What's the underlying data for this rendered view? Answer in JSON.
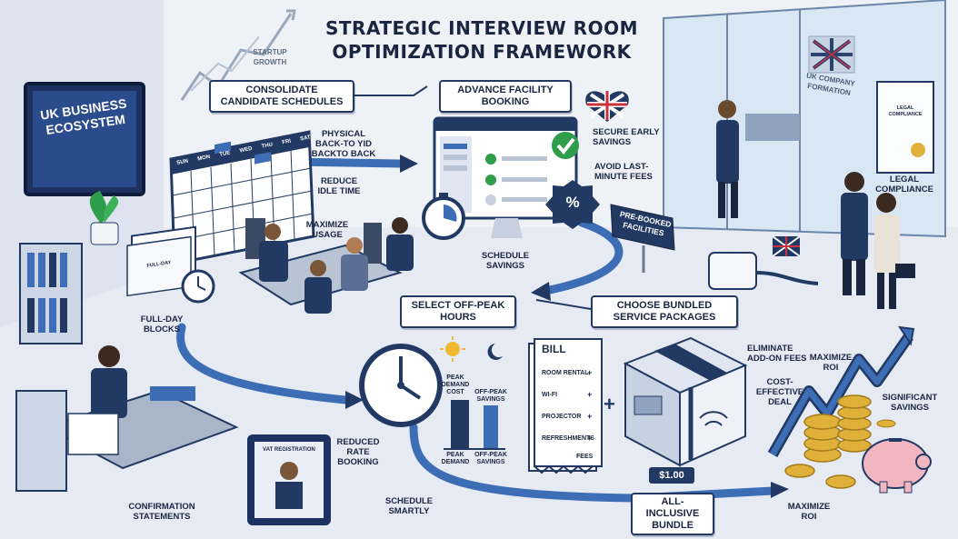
{
  "title": {
    "line1": "STRATEGIC INTERVIEW ROOM",
    "line2": "OPTIMIZATION FRAMEWORK"
  },
  "wall": {
    "monitor": "UK BUSINESS ECOSYSTEM",
    "growth": "STARTUP GROWTH",
    "glass": "UK COMPANY FORMATION",
    "certificate": "LEGAL COMPLIANCE",
    "compliance_label": "LEGAL COMPLIANCE"
  },
  "steps": {
    "consolidate": "CONSOLIDATE CANDIDATE SCHEDULES",
    "advance": "ADVANCE FACILITY BOOKING",
    "offpeak": "SELECT OFF-PEAK HOURS",
    "bundled": "CHOOSE BUNDLED SERVICE PACKAGES"
  },
  "labels": {
    "physical": "PHYSICAL BACK-TO YID BACKTO BACK",
    "reduce_idle": "REDUCE IDLE TIME",
    "maximize_usage": "MAXIMIZE USAGE",
    "full_day": "FULL-DAY BLOCKS",
    "secure": "SECURE EARLY SAVINGS",
    "avoid": "AVOID LAST-MINUTE FEES",
    "schedule_savings": "SCHEDULE SAVINGS",
    "prebooked": "PRE-BOOKED FACILITIES",
    "reduced_rate": "REDUCED RATE BOOKING",
    "schedule_smartly": "SCHEDULE SMARTLY",
    "peak_top": "PEAK DEMAND COST",
    "offpeak_top": "OFF-PEAK SAVINGS",
    "peak_bottom": "PEAK DEMAND",
    "offpeak_bottom": "OFF-PEAK SAVINGS",
    "eliminate": "ELIMINATE ADD-ON FEES",
    "cost_effective": "COST-EFFECTIVE DEAL",
    "all_inclusive": "ALL-INCLUSIVE BUNDLE",
    "price": "$1.00",
    "maximize_roi_top": "MAXIMIZE ROI",
    "maximize_roi_bottom": "MAXIMIZE ROI",
    "significant": "SIGNIFICANT SAVINGS",
    "confirmation": "CONFIRMATION STATEMENTS",
    "vat": "VAT REGISTRATION",
    "folder": "FULL-DAY"
  },
  "calendar": {
    "days": [
      "SUN",
      "MON",
      "TUE",
      "WED",
      "THU",
      "FRI",
      "SAT"
    ]
  },
  "bill": {
    "title": "BILL",
    "items": [
      "ROOM RENTAL",
      "WI-FI",
      "PROJECTOR",
      "REFRESHMENTS"
    ],
    "footer": "FEES",
    "plus": "+"
  },
  "plus_sign": "+",
  "percent_sign": "%",
  "colors": {
    "navy": "#223a63",
    "accent_blue": "#3d6db5",
    "green": "#2e9e4a",
    "gold": "#e0b13a",
    "pink": "#f2b6c0"
  }
}
